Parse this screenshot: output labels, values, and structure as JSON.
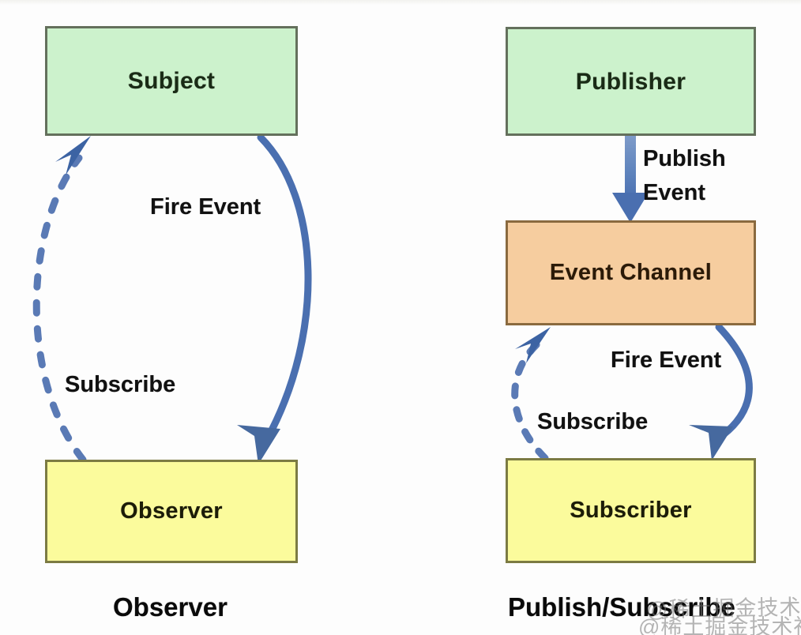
{
  "diagram": {
    "title_not_shown": "",
    "colors": {
      "green_fill": "#ccf2cc",
      "green_stroke": "#64705c",
      "orange_fill": "#f6cd9f",
      "orange_stroke": "#8a6a3f",
      "yellow_fill": "#fbfb9c",
      "yellow_stroke": "#7c7b43",
      "arrow_blue": "#4a6fb0",
      "dashed_blue": "#5a7ab5",
      "text_black": "#111111",
      "background": "#fdfdfd"
    },
    "left_panel": {
      "caption": "Observer",
      "nodes": [
        {
          "id": "subject",
          "label": "Subject",
          "kind": "green"
        },
        {
          "id": "observer",
          "label": "Observer",
          "kind": "yellow"
        }
      ],
      "edges": [
        {
          "id": "fire-event",
          "label": "Fire Event",
          "style": "solid-curve",
          "from": "subject",
          "to": "observer"
        },
        {
          "id": "subscribe",
          "label": "Subscribe",
          "style": "dashed-curve",
          "from": "observer",
          "to": "subject"
        }
      ]
    },
    "right_panel": {
      "caption": "Publish/Subscribe",
      "nodes": [
        {
          "id": "publisher",
          "label": "Publisher",
          "kind": "green"
        },
        {
          "id": "event-channel",
          "label": "Event Channel",
          "kind": "orange"
        },
        {
          "id": "subscriber",
          "label": "Subscriber",
          "kind": "yellow"
        }
      ],
      "edges": [
        {
          "id": "publish-event",
          "label_line1": "Publish",
          "label_line2": "Event",
          "style": "solid-straight",
          "from": "publisher",
          "to": "event-channel"
        },
        {
          "id": "fire-event-2",
          "label": "Fire Event",
          "style": "solid-curve",
          "from": "event-channel",
          "to": "subscriber"
        },
        {
          "id": "subscribe-2",
          "label": "Subscribe",
          "style": "dashed-curve",
          "from": "subscriber",
          "to": "event-channel"
        }
      ]
    },
    "watermark": {
      "line1": "@稀土掘金技术社区",
      "line2": "@稀土掘金技术社区"
    }
  }
}
